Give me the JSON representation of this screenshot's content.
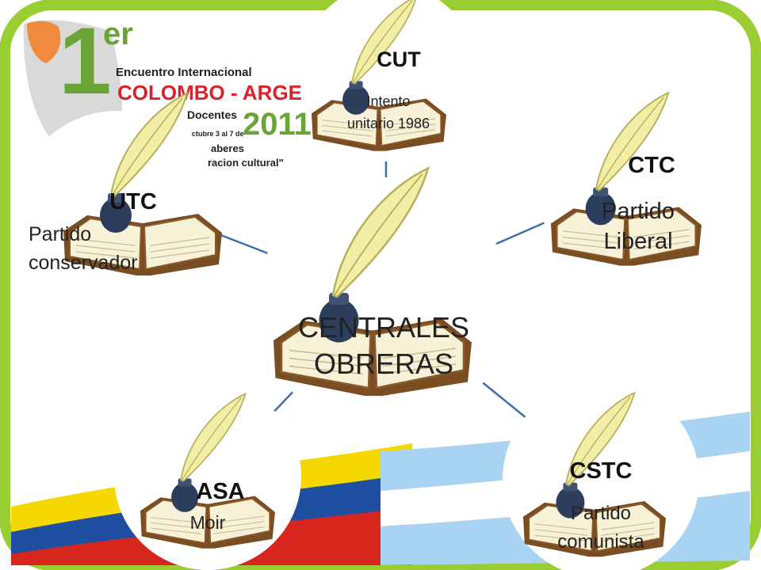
{
  "logo": {
    "number": "1",
    "suffix": "er",
    "line1": "Encuentro Internacional",
    "line2": "COLOMBO - ARGENTINO",
    "line3": "Docentes",
    "year": "2011",
    "line4": "ctubre 3 al 7 de",
    "line5": "aberes",
    "line6": "racion cultural\""
  },
  "center": {
    "title_line1": "CENTRALES",
    "title_line2": "OBRERAS"
  },
  "nodes": {
    "cut": {
      "title": "CUT",
      "sub1": "Intento",
      "sub2": "unitario 1986"
    },
    "ctc": {
      "title": "CTC",
      "sub1": "Partido",
      "sub2": "Liberal"
    },
    "utc": {
      "title": "UTC",
      "sub1": "Partido",
      "sub2": "conservador"
    },
    "asa": {
      "title": "ASA",
      "sub1": "Moir"
    },
    "cstc": {
      "title": "CSTC",
      "sub1": "Partido",
      "sub2": "comunista"
    }
  },
  "colors": {
    "frame_green": "#9ACD32",
    "connector_blue": "#3E6EA8",
    "flag_yellow": "#F5D800",
    "flag_blue": "#1E4FA0",
    "flag_red": "#D7261E",
    "argentina_blue": "#A9D3F2",
    "logo_red": "#D9232B",
    "logo_green": "#6AA336",
    "book_brown": "#8B5A2B",
    "ink_navy": "#2C3E5C",
    "quill_cream": "#F3EEA6"
  }
}
